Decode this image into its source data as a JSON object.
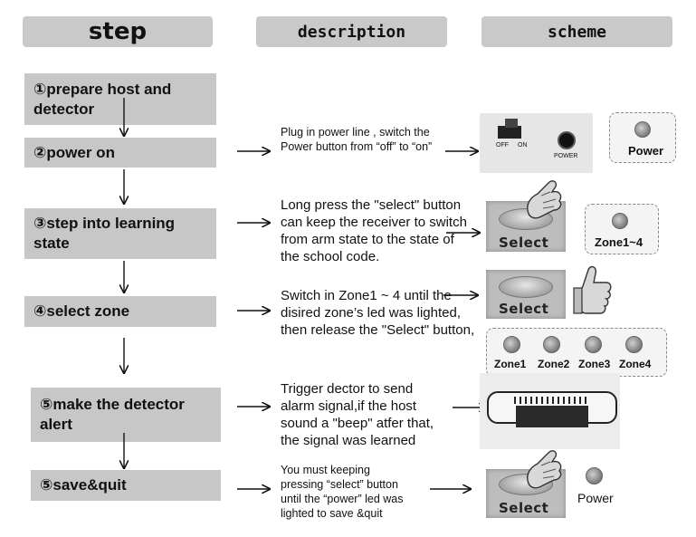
{
  "headers": {
    "step": "step",
    "description": "description",
    "scheme": "scheme"
  },
  "steps": [
    {
      "label": "①prepare host and detector"
    },
    {
      "label": "②power on"
    },
    {
      "label": "③step into learning state"
    },
    {
      "label": "④select zone"
    },
    {
      "label": "⑤make the detector alert"
    },
    {
      "label": "⑤save&quit"
    }
  ],
  "descriptions": {
    "power_on": [
      "Plug in power line , switch the",
      "Power button from “off” to “on”"
    ],
    "learning": [
      "Long press the \"select\" button",
      "can keep the receiver to switch",
      "from arm state to the state of",
      "the school code."
    ],
    "zone": [
      "Switch in Zone1 ~ 4 until the",
      "disired zone’s led was lighted,",
      "then release the \"Select\" button,"
    ],
    "alert": [
      "Trigger dector  to send",
      "alarm signal,if the host",
      "sound  a \"beep\" atfer that,",
      "the signal was learned"
    ],
    "save": [
      "You must keeping",
      "pressing “select” button",
      "until the “power” led was",
      "lighted to save &quit"
    ]
  },
  "scheme": {
    "switch_off": "OFF",
    "switch_on": "ON",
    "power_small": "POWER",
    "power_led_label": "Power",
    "select_label": "Select",
    "zone_range_label": "Zone1~4",
    "zones": [
      "Zone1",
      "Zone2",
      "Zone3",
      "Zone4"
    ],
    "save_power_label": "Power"
  }
}
